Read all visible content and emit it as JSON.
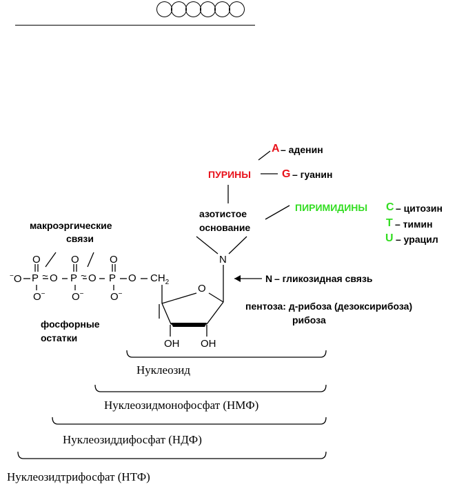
{
  "header": {
    "circle_count": 6
  },
  "bases": {
    "purines": "ПУРИНЫ",
    "a_letter": "A",
    "a_name": "– аденин",
    "g_letter": "G",
    "g_name": "– гуанин",
    "pyrimidines": "ПИРИМИДИНЫ",
    "c_letter": "C",
    "c_name": "– цитозин",
    "t_letter": "T",
    "t_name": "– тимин",
    "u_letter": "U",
    "u_name": "– урацил",
    "nitrogen_base_1": "азотистое",
    "nitrogen_base_2": "основание"
  },
  "structure": {
    "macro_1": "макроэргические",
    "macro_2": "связи",
    "phosphate_1": "фосфорные",
    "phosphate_2": "остатки",
    "n_atom": "N",
    "o_ring": "O",
    "oh_1": "OH",
    "oh_2": "OH",
    "ch2": "CH",
    "ch2_sub": "2",
    "glyco_n": "N",
    "glyco_text": "– гликозидная связь",
    "pentose_1": "пентоза: д-рибоза (дезоксирибоза)",
    "pentose_2": "рибоза"
  },
  "brackets": {
    "nucleoside": "Нуклеозид",
    "nmp": "Нуклеозидмонофосфат (НМФ)",
    "ndp": "Нуклеозиддифосфат (НДФ)",
    "ntp": "Нуклеозидтрифосфат (НТФ)"
  },
  "colors": {
    "purine_red": "#e8121b",
    "pyrimidine_green": "#33dd22"
  }
}
